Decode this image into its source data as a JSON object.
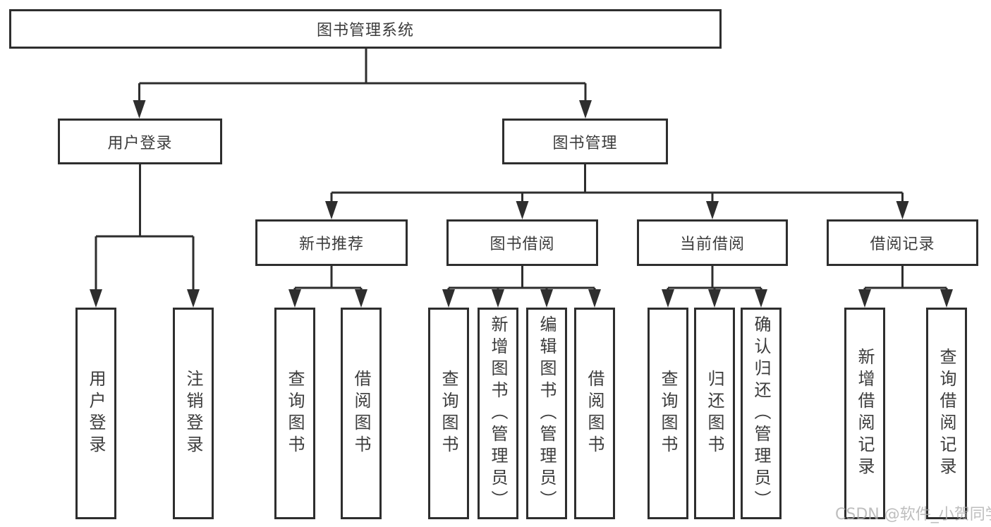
{
  "colors": {
    "line": "#2e2e2e",
    "box_border": "#2e2e2e",
    "text": "#3c3c3c",
    "watermark_text": "#acacac",
    "background": "#ffffff"
  },
  "watermark": "CSDN @软件_小贺同学",
  "tree": {
    "root": {
      "label": "图书管理系统"
    },
    "branches": [
      {
        "label": "用户登录",
        "children": [
          {
            "label": "用户登录"
          },
          {
            "label": "注销登录"
          }
        ]
      },
      {
        "label": "图书管理",
        "children": [
          {
            "label": "新书推荐",
            "children": [
              {
                "label": "查询图书"
              },
              {
                "label": "借阅图书"
              }
            ]
          },
          {
            "label": "图书借阅",
            "children": [
              {
                "label": "查询图书"
              },
              {
                "label": "新增图书（管理员）"
              },
              {
                "label": "编辑图书（管理员）"
              },
              {
                "label": "借阅图书"
              }
            ]
          },
          {
            "label": "当前借阅",
            "children": [
              {
                "label": "查询图书"
              },
              {
                "label": "归还图书"
              },
              {
                "label": "确认归还（管理员）"
              }
            ]
          },
          {
            "label": "借阅记录",
            "children": [
              {
                "label": "新增借阅记录"
              },
              {
                "label": "查询借阅记录"
              }
            ]
          }
        ]
      }
    ]
  }
}
